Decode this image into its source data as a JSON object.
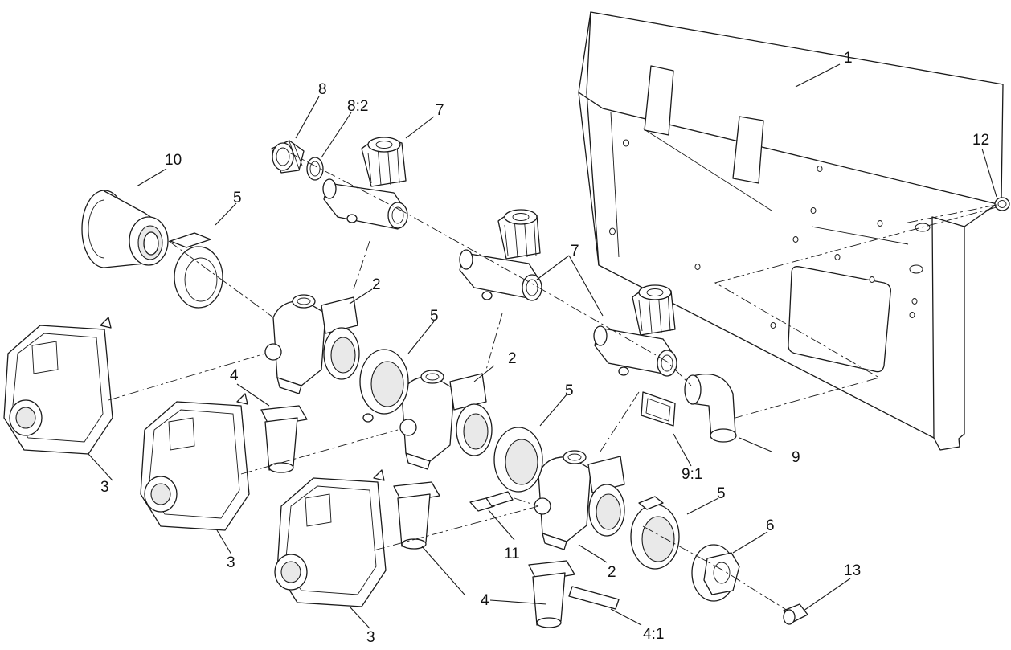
{
  "callouts": [
    {
      "id": "c1",
      "text": "1"
    },
    {
      "id": "c2a",
      "text": "2"
    },
    {
      "id": "c2b",
      "text": "2"
    },
    {
      "id": "c2c",
      "text": "2"
    },
    {
      "id": "c3a",
      "text": "3"
    },
    {
      "id": "c3b",
      "text": "3"
    },
    {
      "id": "c3c",
      "text": "3"
    },
    {
      "id": "c4a",
      "text": "4"
    },
    {
      "id": "c4b",
      "text": "4"
    },
    {
      "id": "c41",
      "text": "4:1"
    },
    {
      "id": "c5a",
      "text": "5"
    },
    {
      "id": "c5b",
      "text": "5"
    },
    {
      "id": "c5c",
      "text": "5"
    },
    {
      "id": "c5d",
      "text": "5"
    },
    {
      "id": "c6",
      "text": "6"
    },
    {
      "id": "c7a",
      "text": "7"
    },
    {
      "id": "c7b",
      "text": "7"
    },
    {
      "id": "c8",
      "text": "8"
    },
    {
      "id": "c82",
      "text": "8:2"
    },
    {
      "id": "c9",
      "text": "9"
    },
    {
      "id": "c91",
      "text": "9:1"
    },
    {
      "id": "c10",
      "text": "10"
    },
    {
      "id": "c11",
      "text": "11"
    },
    {
      "id": "c12",
      "text": "12"
    },
    {
      "id": "c13",
      "text": "13"
    }
  ]
}
